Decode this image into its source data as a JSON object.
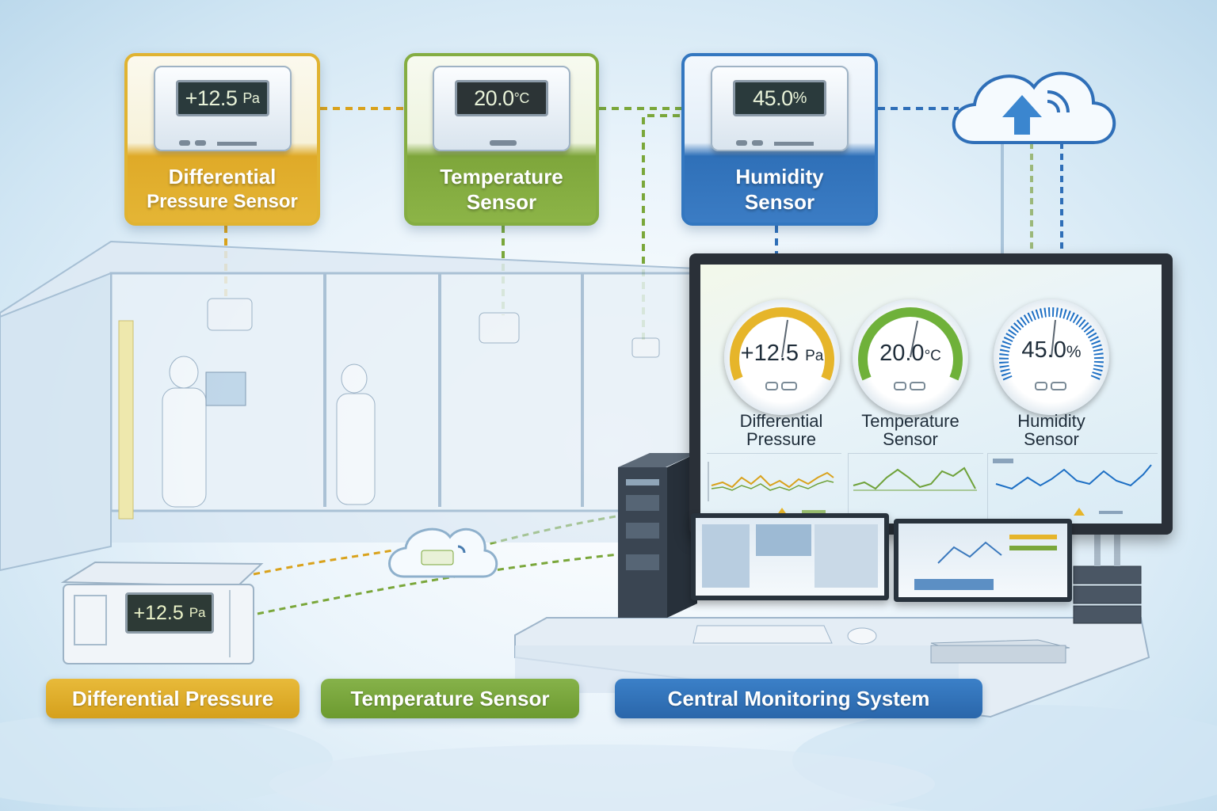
{
  "sensors": [
    {
      "reading": "+12.5",
      "unit": "Pa",
      "label_line1": "Differential",
      "label_line2": "Pressure Sensor"
    },
    {
      "reading": "20.0",
      "unit": "°C",
      "label_line1": "Temperature",
      "label_line2": "Sensor"
    },
    {
      "reading": "45.0",
      "unit": "%",
      "label_line1": "Humidity",
      "label_line2": "Sensor"
    }
  ],
  "dashboard": {
    "gauges": [
      {
        "reading": "+12.5",
        "unit": "Pa",
        "label_line1": "Differential",
        "label_line2": "Pressure",
        "level": 0.6
      },
      {
        "reading": "20.0",
        "unit": "°C",
        "label_line1": "Temperature",
        "label_line2": "Sensor",
        "level": 0.5
      },
      {
        "reading": "45.0",
        "unit": "%",
        "label_line1": "Humidity",
        "label_line2": "Sensor",
        "level": 0.45
      }
    ]
  },
  "field_device": {
    "reading": "+12.5",
    "unit": "Pa"
  },
  "bottom_labels": {
    "left": "Differential Pressure",
    "middle": "Temperature Sensor",
    "right": "Central Monitoring System"
  },
  "colors": {
    "pressure": "#d9a21c",
    "temperature": "#7aa73a",
    "humidity": "#2f6fb8",
    "system": "#2f6fb8"
  }
}
